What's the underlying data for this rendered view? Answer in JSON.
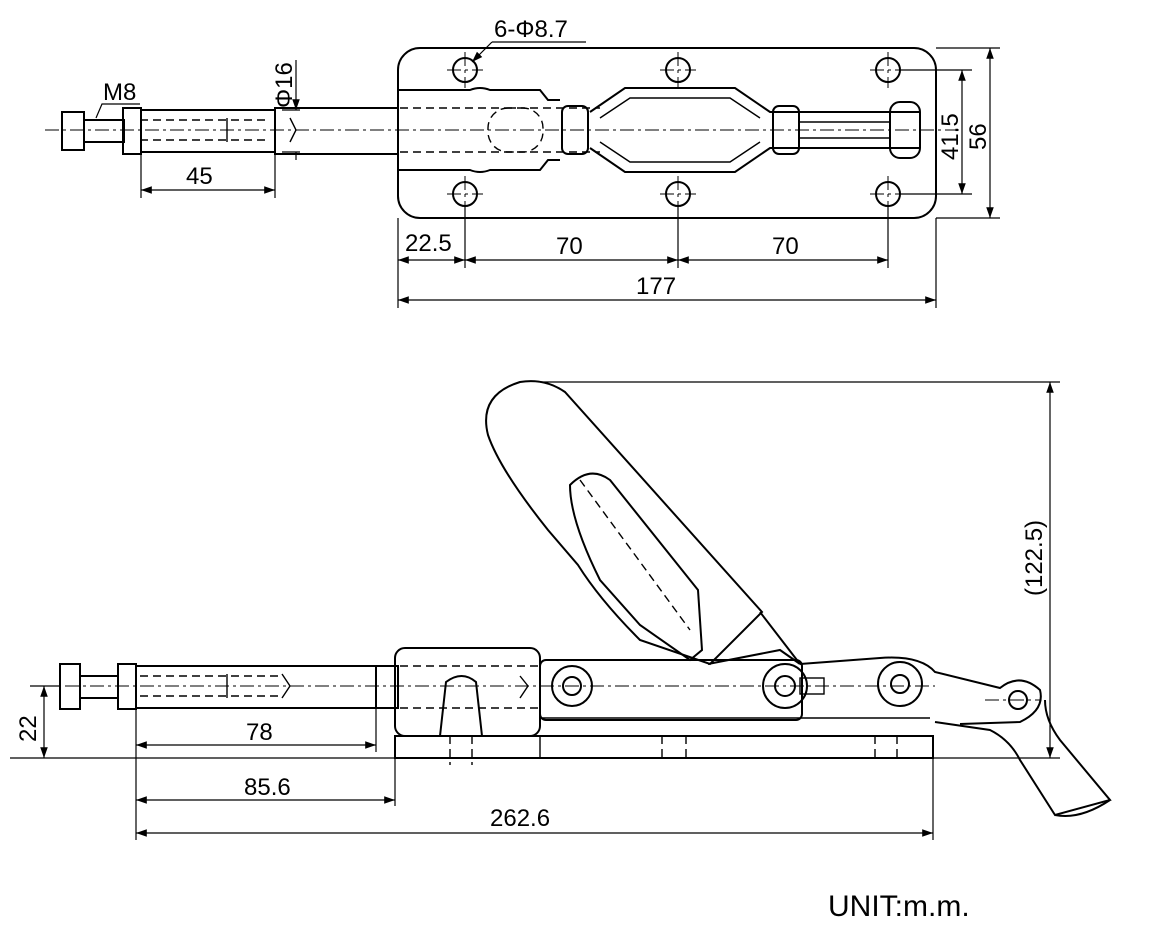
{
  "top_view": {
    "hole_callout": "6-Φ8.7",
    "thread": "M8",
    "rod_diameter": "Φ16",
    "rod_length": "45",
    "dim_edge": "22.5",
    "dim_pitch_1": "70",
    "dim_pitch_2": "70",
    "dim_overall_length": "177",
    "dim_hole_spacing": "41.5",
    "dim_width": "56"
  },
  "side_view": {
    "dim_height": "(122.5)",
    "dim_rod_height": "22",
    "dim_stroke": "78",
    "dim_rod_extension": "85.6",
    "dim_overall_length": "262.6"
  },
  "unit_label": "UNIT:m.m."
}
